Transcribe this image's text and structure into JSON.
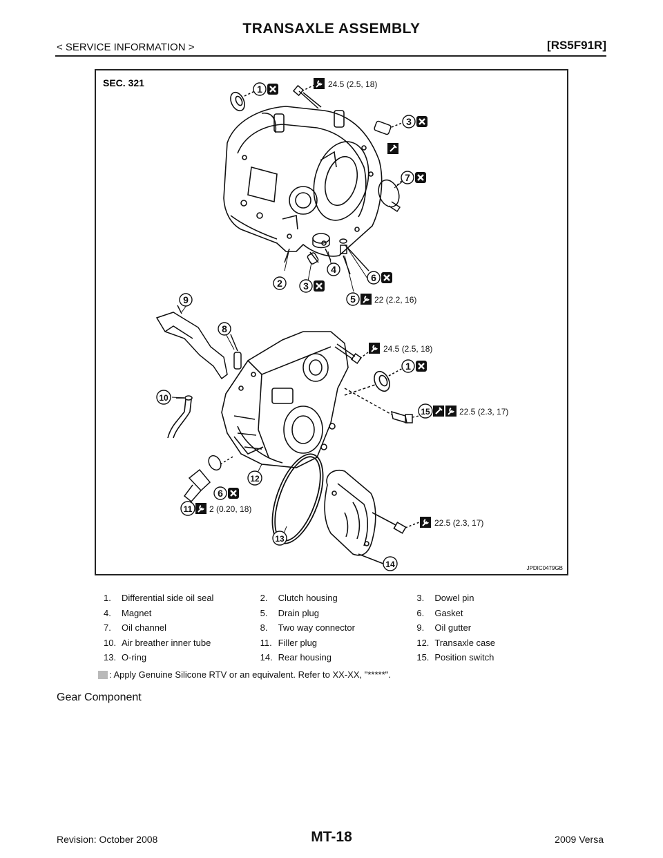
{
  "header": {
    "title": "TRANSAXLE ASSEMBLY",
    "section": "< SERVICE INFORMATION >",
    "model_code": "[RS5F91R]"
  },
  "figure": {
    "section_label": "SEC. 321",
    "figure_id": "JPDIC0479GB",
    "torques": {
      "t1": "24.5 (2.5, 18)",
      "t5": "22 (2.2, 16)",
      "t_bolt": "24.5 (2.5, 18)",
      "t15": "22.5 (2.3, 17)",
      "t11": "2 (0.20, 18)",
      "t14": "22.5 (2.3, 17)"
    },
    "callouts": [
      "1",
      "2",
      "3",
      "4",
      "5",
      "6",
      "7",
      "8",
      "9",
      "10",
      "11",
      "12",
      "13",
      "14",
      "15"
    ]
  },
  "legend": [
    {
      "num": "1.",
      "label": "Differential side oil seal"
    },
    {
      "num": "2.",
      "label": "Clutch housing"
    },
    {
      "num": "3.",
      "label": "Dowel pin"
    },
    {
      "num": "4.",
      "label": "Magnet"
    },
    {
      "num": "5.",
      "label": "Drain plug"
    },
    {
      "num": "6.",
      "label": "Gasket"
    },
    {
      "num": "7.",
      "label": "Oil channel"
    },
    {
      "num": "8.",
      "label": "Two way connector"
    },
    {
      "num": "9.",
      "label": "Oil gutter"
    },
    {
      "num": "10.",
      "label": "Air breather inner tube"
    },
    {
      "num": "11.",
      "label": "Filler plug"
    },
    {
      "num": "12.",
      "label": "Transaxle case"
    },
    {
      "num": "13.",
      "label": "O-ring"
    },
    {
      "num": "14.",
      "label": "Rear housing"
    },
    {
      "num": "15.",
      "label": "Position switch"
    }
  ],
  "note": ": Apply Genuine Silicone RTV or an equivalent. Refer to  XX-XX, \"*****\".",
  "section_title": "Gear Component",
  "footer": {
    "revision": "Revision: October 2008",
    "page": "MT-18",
    "vehicle": "2009 Versa"
  }
}
